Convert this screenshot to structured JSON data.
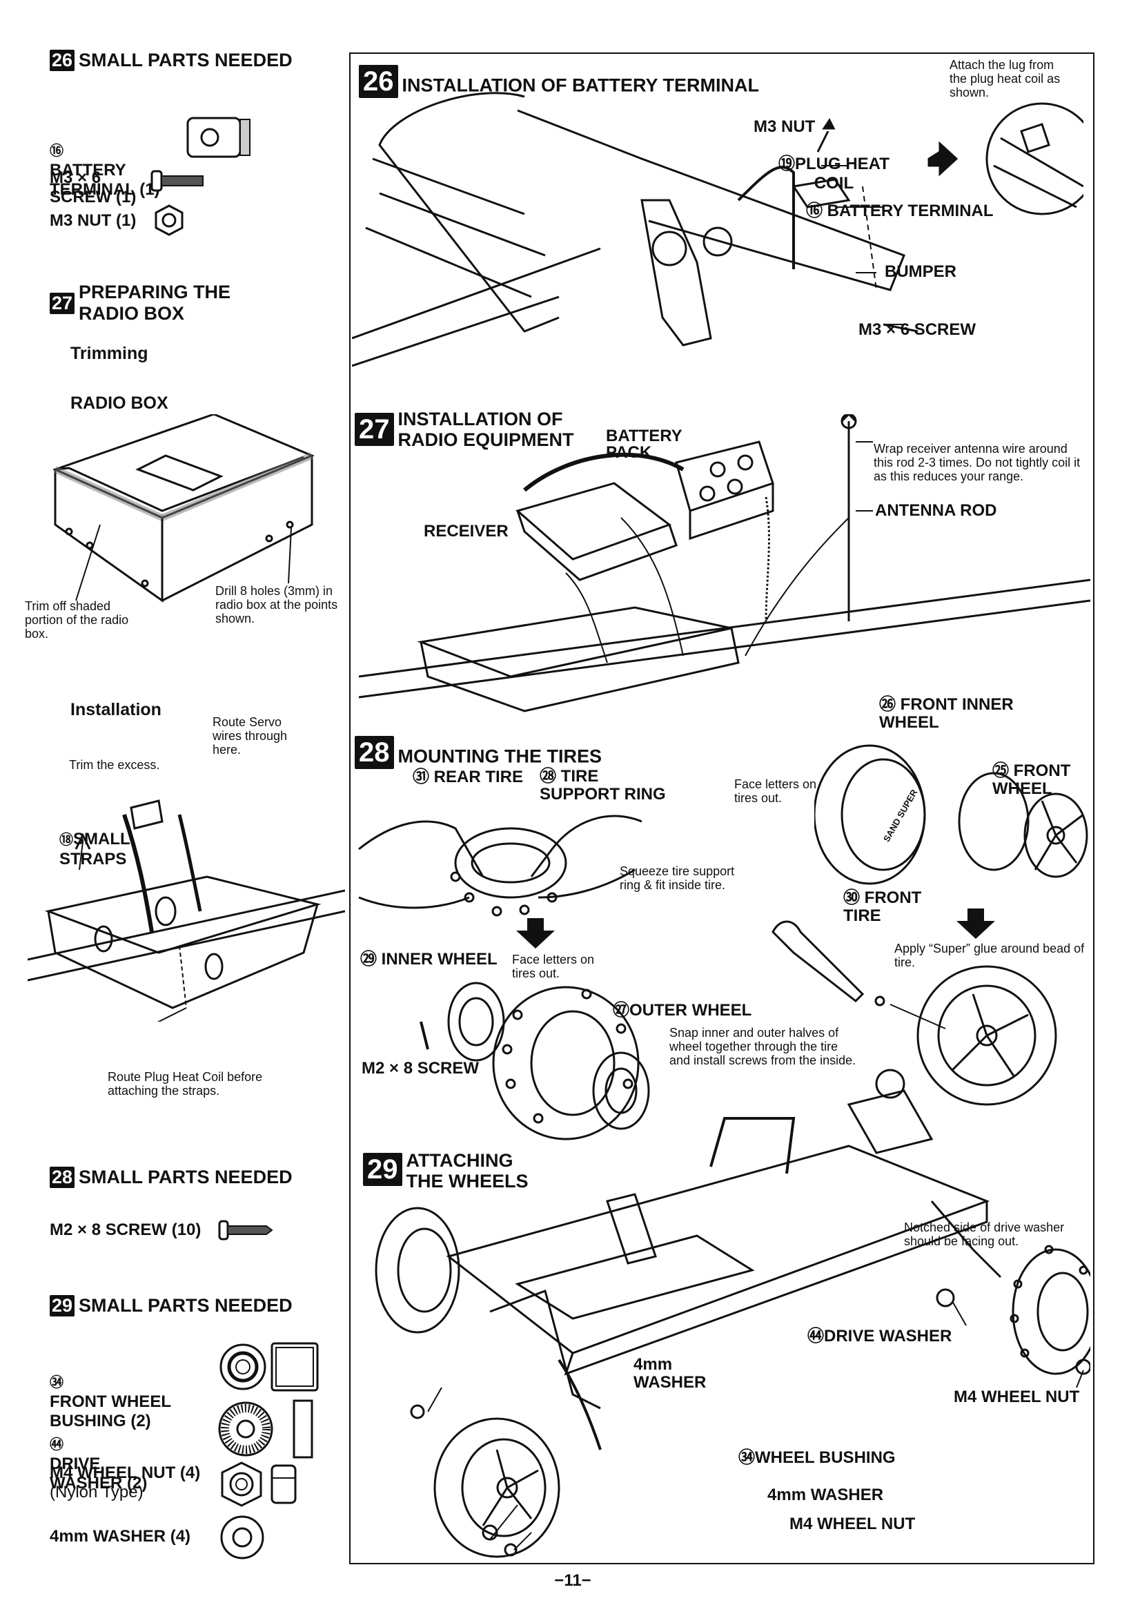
{
  "left": {
    "s26_title": "SMALL PARTS NEEDED",
    "s26_num": "26",
    "s26_parts": [
      {
        "mark": "⑯",
        "label": "BATTERY\nTERMINAL (1)"
      },
      {
        "label": "M3 × 6\nSCREW (1)"
      },
      {
        "label": "M3 NUT (1)"
      }
    ],
    "s27_num": "27",
    "s27_title_1": "PREPARING THE",
    "s27_title_2": "RADIO BOX",
    "trimming": "Trimming",
    "radio_box": "RADIO BOX",
    "trim_note": "Trim off shaded portion of the radio box.",
    "drill_note": "Drill 8 holes (3mm) in radio box at the points shown.",
    "installation": "Installation",
    "route_servo": "Route Servo wires through here.",
    "trim_excess": "Trim the excess.",
    "small_straps_mark": "⑱",
    "small_straps": "SMALL\nSTRAPS",
    "route_plug": "Route Plug Heat Coil before attaching the straps.",
    "s28_num": "28",
    "s28_title": "SMALL PARTS NEEDED",
    "s28_part": "M2 × 8 SCREW (10)",
    "s29_num": "29",
    "s29_title": "SMALL PARTS NEEDED",
    "s29_parts": [
      {
        "mark": "㉞",
        "label": "FRONT WHEEL\nBUSHING (2)"
      },
      {
        "mark": "㊹",
        "label": "DRIVE\nWASHER (2)"
      },
      {
        "label": "M4 WHEEL NUT (4)",
        "sub": "(Nylon Type)"
      },
      {
        "label": "4mm WASHER (4)"
      }
    ]
  },
  "right": {
    "s26_num": "26",
    "s26_title": "INSTALLATION OF BATTERY TERMINAL",
    "attach_note": "Attach the lug from the plug heat coil as shown.",
    "m3_nut": "M3 NUT",
    "plug_heat_coil": "⑲PLUG HEAT\nCOIL",
    "battery_terminal": "⑯ BATTERY TERMINAL",
    "bumper": "BUMPER",
    "m3x6_screw": "M3 × 6 SCREW",
    "s27_num": "27",
    "s27_title": "INSTALLATION OF\nRADIO EQUIPMENT",
    "battery_pack": "BATTERY\nPACK",
    "wrap_note": "Wrap receiver antenna wire around this rod 2-3 times. Do not tightly coil it as this reduces your range.",
    "antenna_rod": "ANTENNA ROD",
    "receiver": "RECEIVER",
    "s28_num": "28",
    "s28_title": "MOUNTING THE TIRES",
    "rear_tire": "㉛ REAR TIRE",
    "tire_support_ring": "㉘ TIRE\nSUPPORT RING",
    "squeeze_note": "Squeeze tire support ring & fit inside tire.",
    "front_inner_wheel": "㉖ FRONT INNER\nWHEEL",
    "face_letters_1": "Face letters on tires out.",
    "front_wheel": "㉕ FRONT\nWHEEL",
    "front_tire": "㉚ FRONT\nTIRE",
    "inner_wheel": "㉙ INNER WHEEL",
    "face_letters_2": "Face letters on tires out.",
    "apply_glue": "Apply “Super” glue around bead of tire.",
    "outer_wheel": "㉗OUTER WHEEL",
    "snap_note": "Snap inner and outer halves of wheel together through the tire and install screws from the inside.",
    "m2x8_screw": "M2 × 8 SCREW",
    "s29_num": "29",
    "s29_title": "ATTACHING\nTHE WHEELS",
    "notched_note": "Notched side of drive washer should be facing out.",
    "drive_washer": "㊹DRIVE WASHER",
    "mm4_washer_a": "4mm\nWASHER",
    "m4_wheel_nut_a": "M4 WHEEL NUT",
    "wheel_bushing": "㉞WHEEL BUSHING",
    "mm4_washer_b": "4mm WASHER",
    "m4_wheel_nut_b": "M4 WHEEL NUT",
    "tire_brand": "SAND SUPER"
  },
  "page_number": "−11−"
}
